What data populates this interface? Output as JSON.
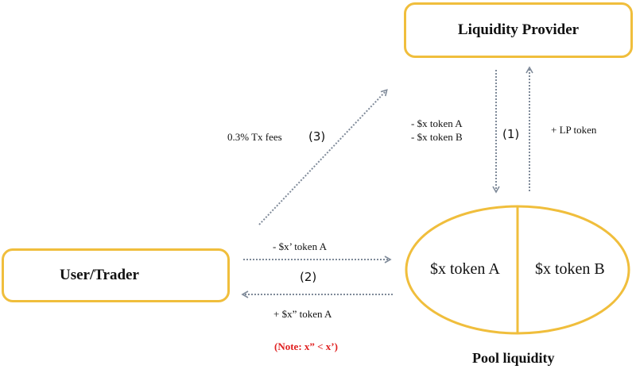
{
  "nodes": {
    "liquidity_provider": "Liquidity Provider",
    "user_trader": "User/Trader"
  },
  "pool": {
    "left_label": "$x token A",
    "right_label": "$x token B",
    "caption": "Pool liquidity"
  },
  "edges": {
    "provide_label_a": "- $x token A",
    "provide_label_b": "- $x token B",
    "step1": "(1)",
    "lp_token_label": "+ LP token",
    "fees_label": "0.3% Tx fees",
    "step3": "(3)",
    "trade_in_label": "- $x’ token A",
    "step2": "(2)",
    "trade_out_label": "+ $x” token A",
    "note": "(Note: x” < x’)"
  },
  "colors": {
    "accent": "#F0BE3C",
    "arrow": "#7F8A99",
    "note": "#E02020"
  }
}
